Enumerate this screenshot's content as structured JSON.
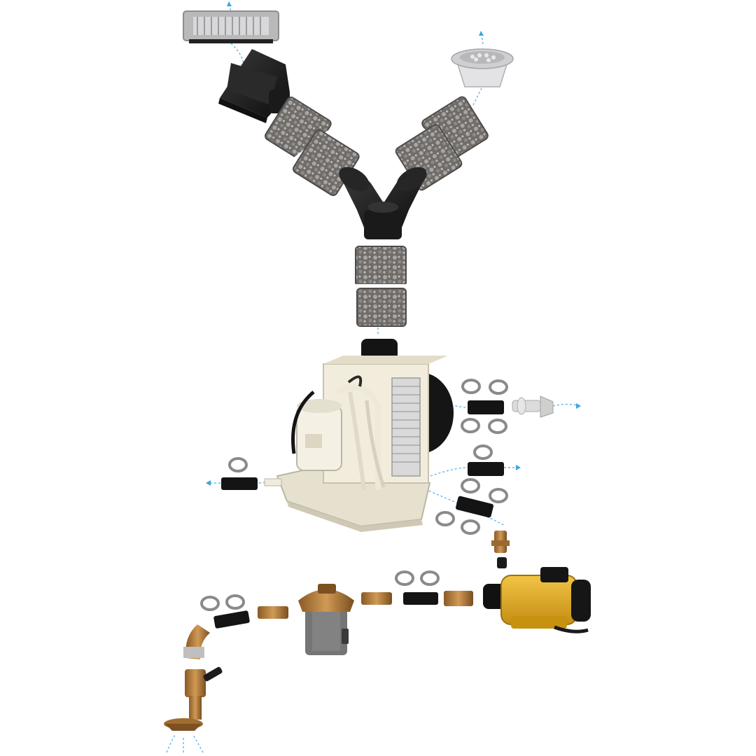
{
  "diagram": {
    "type": "exploded-assembly",
    "colors": {
      "background": "#ffffff",
      "flow_line": "#5fb8e8",
      "duct_foam": "#6f6c6a",
      "fitting_black": "#1c1c1c",
      "unit_body": "#efe9d8",
      "pump_body": "#e7b02a",
      "bronze": "#b07a3a",
      "clamp_steel": "#9a9a9a"
    },
    "parts": [
      {
        "name": "supply-grille-rectangular",
        "icon": "rect-grille-icon"
      },
      {
        "name": "supply-grille-round",
        "icon": "round-grille-icon"
      },
      {
        "name": "plenum-box",
        "icon": "plenum-icon"
      },
      {
        "name": "insulated-duct-left",
        "icon": "duct-icon"
      },
      {
        "name": "insulated-duct-right",
        "icon": "duct-icon"
      },
      {
        "name": "y-splitter",
        "icon": "y-fitting-icon"
      },
      {
        "name": "insulated-duct-center",
        "icon": "duct-icon"
      },
      {
        "name": "air-conditioning-unit",
        "icon": "ac-unit-icon"
      },
      {
        "name": "hose-clamps",
        "icon": "clamp-icon"
      },
      {
        "name": "hoses",
        "icon": "hose-icon"
      },
      {
        "name": "thru-hull-outlet",
        "icon": "thru-hull-icon"
      },
      {
        "name": "seawater-pump",
        "icon": "pump-icon"
      },
      {
        "name": "strainer",
        "icon": "strainer-icon"
      },
      {
        "name": "seacock-intake",
        "icon": "seacock-icon"
      }
    ]
  }
}
